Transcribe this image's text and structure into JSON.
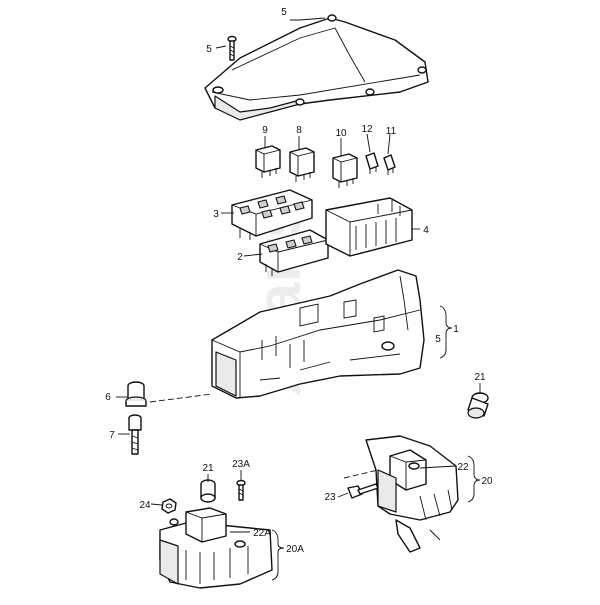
{
  "watermark": "Xparts",
  "callouts": {
    "c5_top": "5",
    "c5_screw": "5",
    "c9": "9",
    "c8": "8",
    "c10": "10",
    "c12": "12",
    "c11": "11",
    "c3": "3",
    "c4": "4",
    "c2": "2",
    "c1": "1",
    "c5_housing": "5",
    "c21_right": "21",
    "c6": "6",
    "c7": "7",
    "c21_left": "21",
    "c23A": "23A",
    "c24": "24",
    "c22A": "22A",
    "c20A": "20A",
    "c22": "22",
    "c20": "20",
    "c23": "23"
  }
}
